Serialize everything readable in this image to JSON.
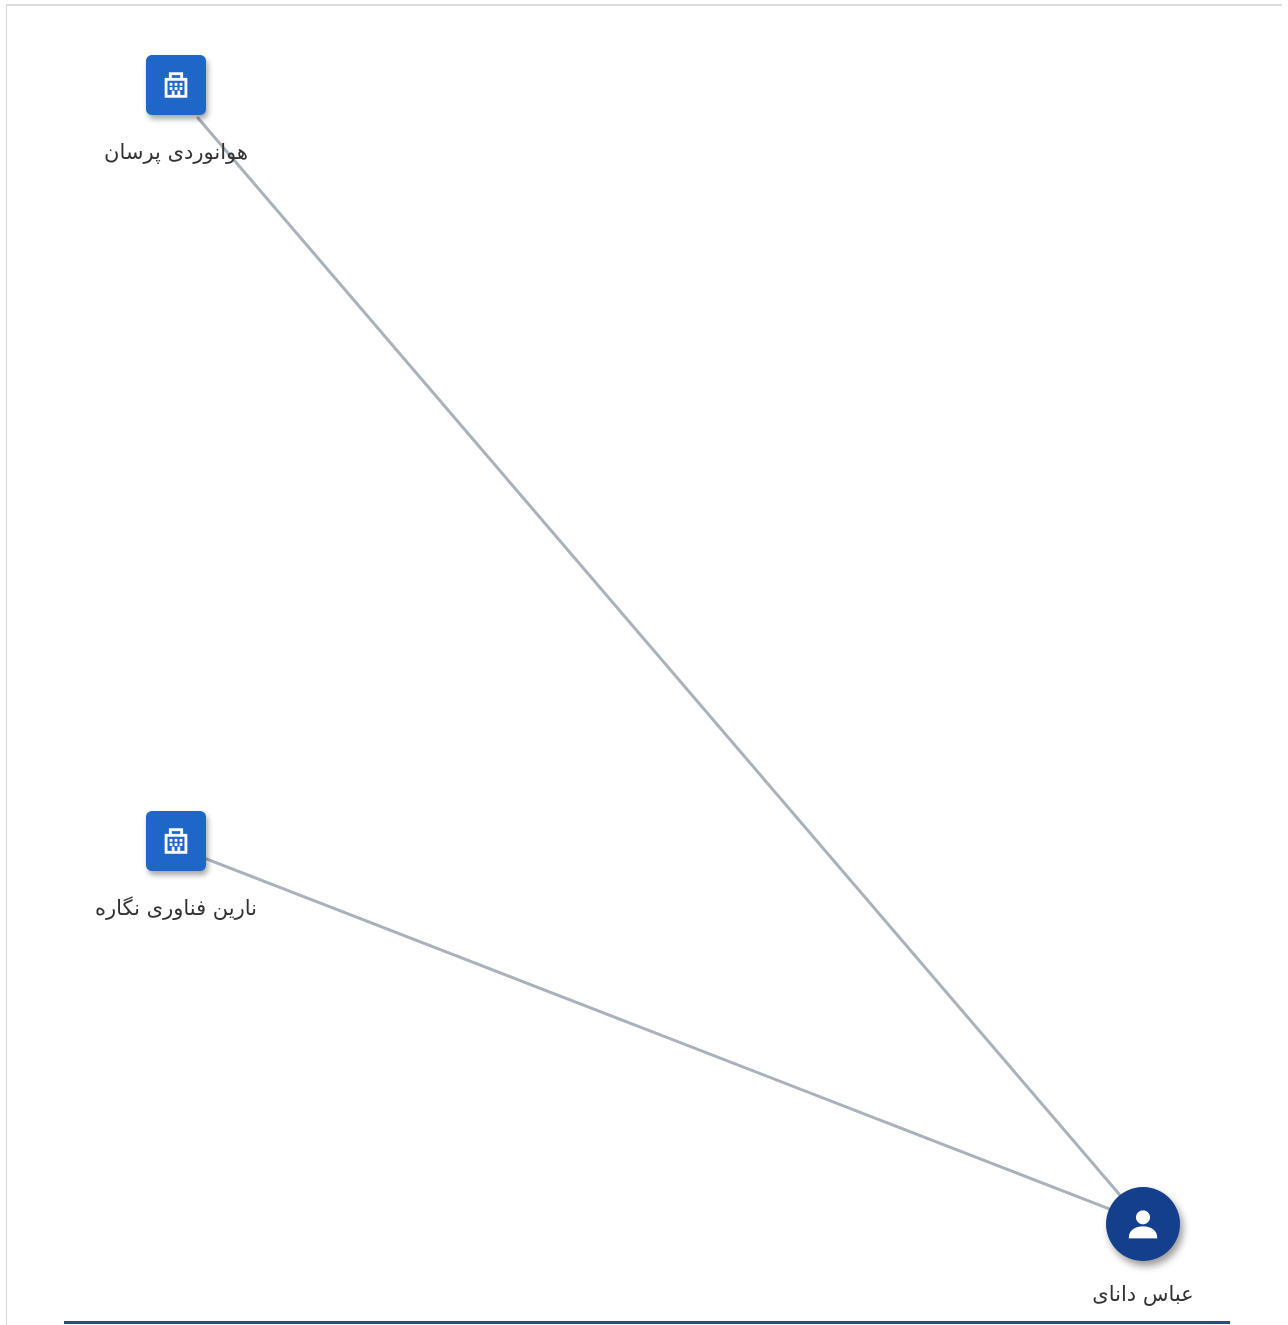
{
  "nodes": [
    {
      "label": "هوانوردی پرسان",
      "icon": "building-icon",
      "kind": "company"
    },
    {
      "label": "نارین فناوری نگاره",
      "icon": "building-icon",
      "kind": "company"
    },
    {
      "label": "عباس دانای",
      "icon": "person-icon",
      "kind": "person"
    }
  ],
  "colors": {
    "company_node": "#1f66c9",
    "person_node": "#133f8c",
    "edge": "#a9b1bb",
    "label_text": "#333333"
  }
}
